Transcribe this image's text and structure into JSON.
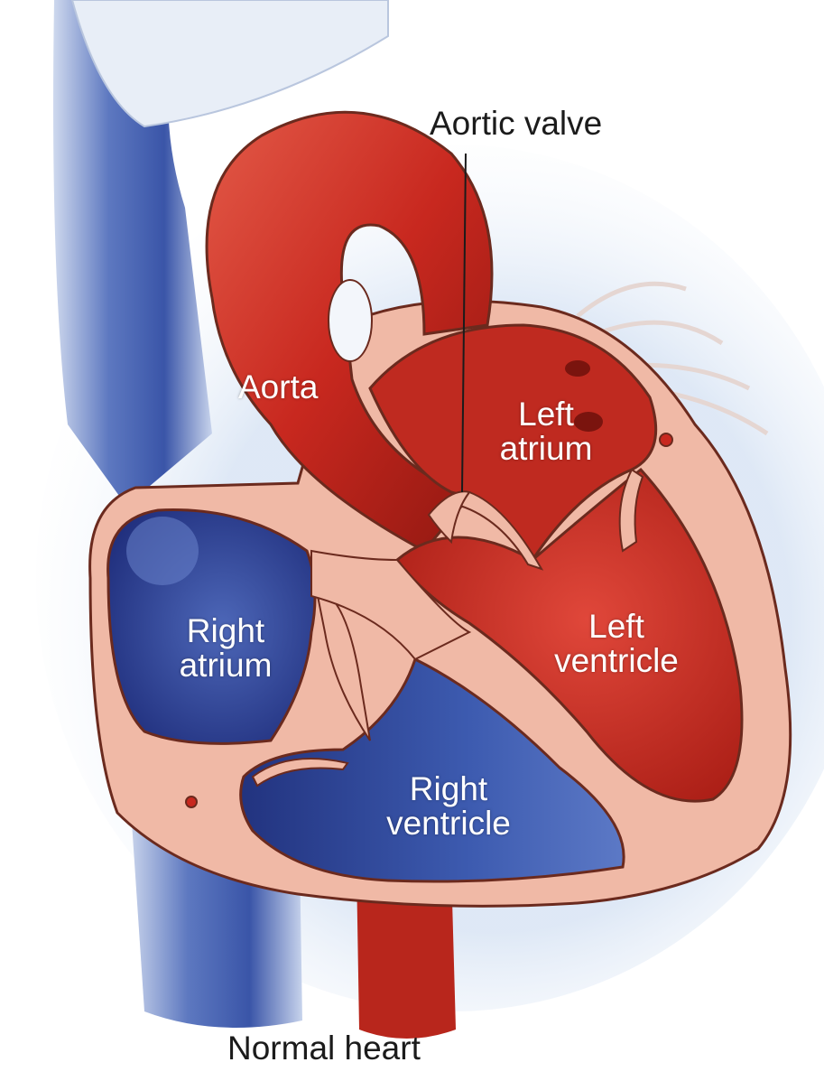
{
  "labels": {
    "aortic_valve": "Aortic valve",
    "aorta": "Aorta",
    "left_atrium": [
      "Left",
      "atrium"
    ],
    "right_atrium": [
      "Right",
      "atrium"
    ],
    "left_ventricle": [
      "Left",
      "ventricle"
    ],
    "right_ventricle": [
      "Right",
      "ventricle"
    ],
    "caption": "Normal heart"
  },
  "colors": {
    "oxygenated": "#c8281f",
    "oxygenated_dark": "#8e1710",
    "deoxygenated": "#3651a6",
    "deoxygenated_dark": "#1c2a78",
    "wall": "#f0b9a6",
    "wall_edge": "#6b2a1e",
    "vessel_pale": "#e8eef7"
  }
}
